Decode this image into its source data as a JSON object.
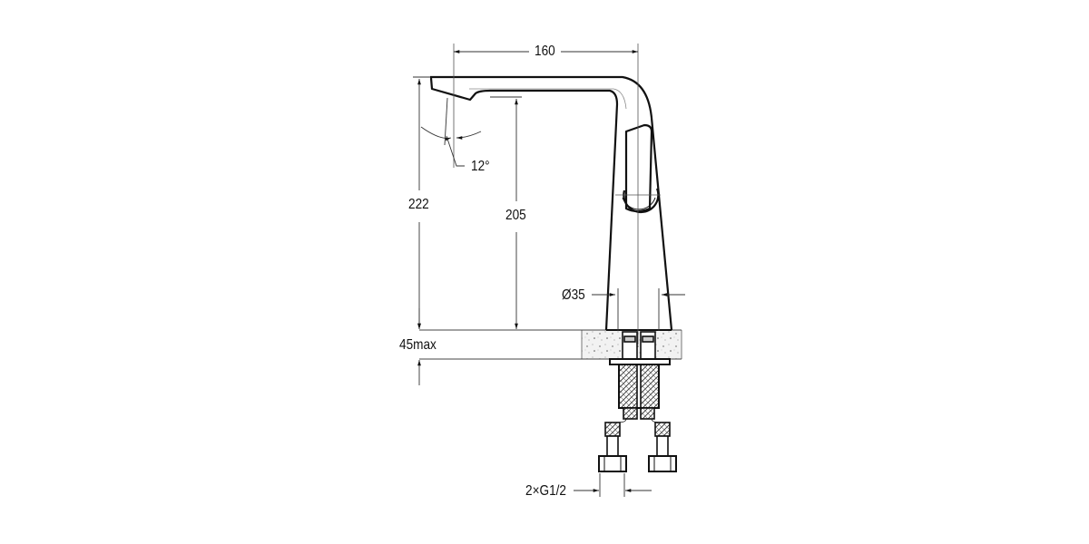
{
  "drawing": {
    "title": "Basin mixer technical drawing",
    "line_color": "#111111",
    "dimension_color": "#333333",
    "dimensions": {
      "spout_reach": "160",
      "total_height": "222",
      "spout_height": "205",
      "spout_angle": "12°",
      "base_diameter": "Ø35",
      "max_deck_thickness": "45max",
      "connections": "2×G1/2"
    }
  }
}
